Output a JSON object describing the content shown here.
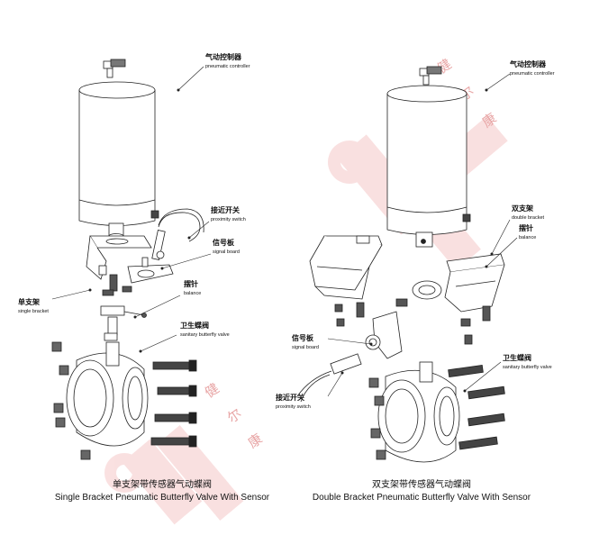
{
  "diagrams": [
    {
      "title_cn": "单支架带传感器气动蝶阀",
      "title_en": "Single Bracket Pneumatic Butterfly Valve With Sensor",
      "labels": [
        {
          "cn": "气动控制器",
          "en": "pneumatic controller"
        },
        {
          "cn": "接近开关",
          "en": "proximity switch"
        },
        {
          "cn": "信号板",
          "en": "signal board"
        },
        {
          "cn": "单支架",
          "en": "single bracket"
        },
        {
          "cn": "摆针",
          "en": "balance"
        },
        {
          "cn": "卫生蝶阀",
          "en": "sanitary butterfly valve"
        }
      ]
    },
    {
      "title_cn": "双支架带传感器气动蝶阀",
      "title_en": "Double Bracket Pneumatic Butterfly Valve With Sensor",
      "labels": [
        {
          "cn": "气动控制器",
          "en": "pneumatic controller"
        },
        {
          "cn": "双支架",
          "en": "double bracket"
        },
        {
          "cn": "摆针",
          "en": "balance"
        },
        {
          "cn": "信号板",
          "en": "signal board"
        },
        {
          "cn": "接近开关",
          "en": "proximity switch"
        },
        {
          "cn": "卫生蝶阀",
          "en": "sanitary butterfly valve"
        }
      ]
    }
  ],
  "watermark": {
    "chars": [
      "健",
      "尔",
      "康"
    ],
    "color": "#f5c8c8"
  },
  "colors": {
    "line": "#222222",
    "watermark": "#f5c8c8"
  }
}
